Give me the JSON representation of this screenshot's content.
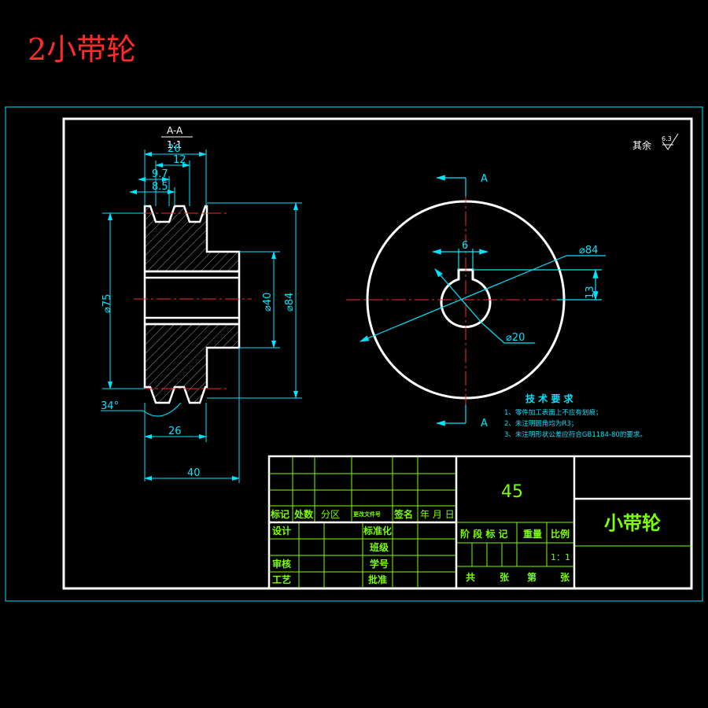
{
  "page_title": "2小带轮",
  "section_view": {
    "label": "A-A",
    "scale": "1:1"
  },
  "roughness": {
    "prefix": "其余",
    "value": "6.3"
  },
  "dimensions": {
    "groove_total": "26",
    "groove_pitch": "12",
    "groove_top": "9.7",
    "groove_bottom": "8.5",
    "dia_groove_base": "⌀75",
    "dia_bore_hub": "⌀40",
    "dia_outer": "⌀84",
    "angle": "34°",
    "width_26": "26",
    "width_40": "40",
    "keyway_width": "6",
    "keyway_depth": "13",
    "front_outer_dia": "⌀84",
    "front_bore_dia": "⌀20",
    "section_marker_top": "A",
    "section_marker_bottom": "A"
  },
  "tech_requirements": {
    "title": "技 术 要 求",
    "items": [
      "1、零件加工表面上不应有划痕；",
      "2、未注明圆角均为R3；",
      "3、未注明形状公差应符合GB1184-80的要求。"
    ]
  },
  "title_block": {
    "material": "45",
    "part_name": "小带轮",
    "rev_headers": [
      "标记",
      "处数",
      "分区",
      "更改文件号",
      "签名",
      "年 月 日"
    ],
    "roles": [
      "设计",
      "审核",
      "工艺"
    ],
    "roles_mid": [
      "标准化",
      "班级",
      "学号",
      "批准"
    ],
    "stage_headers": [
      "阶 段 标 记",
      "重量",
      "比例"
    ],
    "scale_value": "1：1",
    "sheet_row": [
      "共",
      "张",
      "第",
      "张"
    ]
  }
}
